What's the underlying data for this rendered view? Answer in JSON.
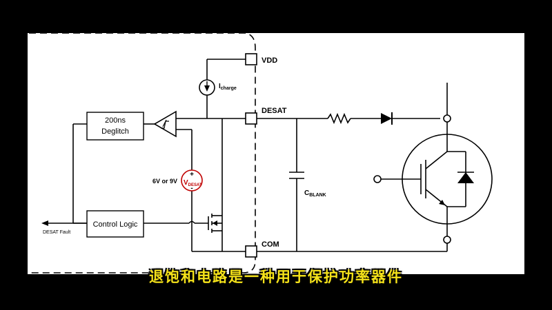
{
  "labels": {
    "vdd": "VDD",
    "desat": "DESAT",
    "com": "COM",
    "icharge_main": "I",
    "icharge_sub": "charge",
    "deglitch_line1": "200ns",
    "deglitch_line2": "Deglitch",
    "control_logic": "Control Logic",
    "desat_fault": "DESAT Fault",
    "vdesat_main": "V",
    "vdesat_sub": "DESAT",
    "vdesat_plus": "+",
    "vdesat_minus": "-",
    "voltage_options": "6V or 9V",
    "cblank_main": "C",
    "cblank_sub": "BLANK"
  },
  "caption": "退饱和电路是一种用于保护功率器件",
  "colors": {
    "background": "#000000",
    "panel": "#ffffff",
    "wire": "#000000",
    "source": "#c00000",
    "caption": "#f5e21a"
  }
}
